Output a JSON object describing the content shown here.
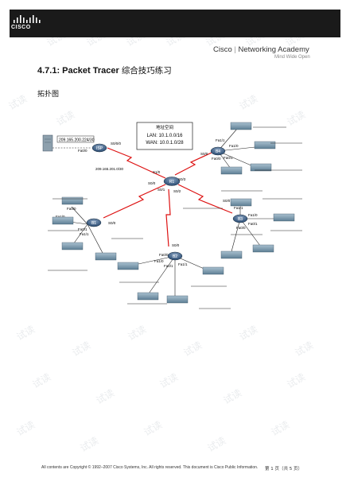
{
  "header": {
    "logo_text": "CISCO",
    "academy_brand": "Cisco",
    "academy_name": "Networking Academy",
    "academy_tagline": "Mind Wide Open"
  },
  "document": {
    "title_prefix": "4.7.1: Packet Tracer",
    "title_cn": "综合技巧练习",
    "section_title": "拓扑图"
  },
  "diagram": {
    "info_box": {
      "label": "地址空间",
      "lan": "LAN: 10.1.0.0/16",
      "wan": "WAN: 10.0.1.0/28"
    },
    "server_ip": "209.165.200.224/30",
    "server_port": "Fa0/0",
    "isp_label": "ISP",
    "isp_port": "S0/0/0",
    "link_ip": "209.165.201.0/30",
    "r1_label": "R1",
    "r1_ports": [
      "S1/0",
      "S0/0",
      "S0/1",
      "S0/2",
      "S0/3"
    ],
    "b1_label": "B1",
    "b1_ports": [
      "Fa0/0",
      "Fa1/0",
      "Fa0/1",
      "Fa1/1",
      "S0/0"
    ],
    "b2_label": "B2",
    "b2_ports": [
      "S0/0",
      "Fa0/0",
      "Fa1/0",
      "Fa0/1",
      "Fa1/1"
    ],
    "b3_label": "B3",
    "b3_ports": [
      "S0/0",
      "Fa1/1",
      "Fa1/0",
      "Fa0/0",
      "Fa0/1"
    ],
    "b4_label": "B4",
    "b4_ports": [
      "Fa1/1",
      "Fa1/0",
      "S0/0",
      "Fa0/0",
      "Fa0/1"
    ]
  },
  "footer": {
    "copyright": "All contents are Copyright © 1992–2007 Cisco Systems, Inc. All rights reserved. This document is Cisco Public Information.",
    "page": "第 1 页（共 5 页）"
  },
  "watermark": "试读"
}
